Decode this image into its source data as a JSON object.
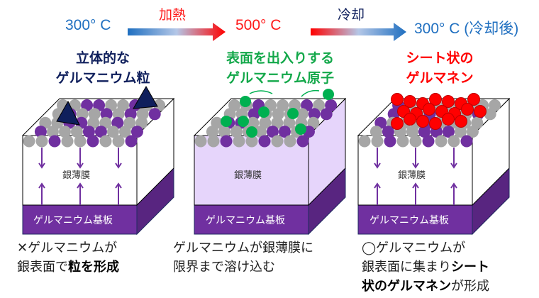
{
  "header": {
    "temp_start": "300° C",
    "heat_label": "加熱",
    "temp_mid": "500° C",
    "cool_label": "冷却",
    "temp_end": "300° C (冷却後)"
  },
  "panels": [
    {
      "title_line1": "立体的な",
      "title_line2": "ゲルマニウム粒",
      "title_color": "#0f1f5c",
      "film_label": "銀薄膜",
      "substrate_label": "ゲルマニウム基板",
      "caption_line1": "✕ゲルマニウムが",
      "caption_line2_pre": "銀表面で",
      "caption_line2_bold": "粒を形成"
    },
    {
      "title_line1": "表面を出入りする",
      "title_line2": "ゲルマニウム原子",
      "title_color": "#13a84a",
      "film_label": "銀薄膜",
      "substrate_label": "ゲルマニウム基板",
      "caption_line1": "ゲルマニウムが銀薄膜に",
      "caption_line2": "限界まで溶け込む"
    },
    {
      "title_line1": "シート状の",
      "title_line2": "ゲルマネン",
      "title_color": "#ff0000",
      "film_label": "銀薄膜",
      "substrate_label": "ゲルマニウム基板",
      "caption_line1": "◯ゲルマニウムが",
      "caption_line2_pre": "銀表面に集まり",
      "caption_line2_bold": "シート",
      "caption_line3_bold": "状のゲルマネン",
      "caption_line3_post": "が形成"
    }
  ],
  "colors": {
    "blue": "#1f6fc0",
    "red": "#ff1a1a",
    "purple": "#7030a0",
    "gray": "#a6a6a6",
    "green": "#00b050",
    "navy": "#0f1f5c"
  }
}
